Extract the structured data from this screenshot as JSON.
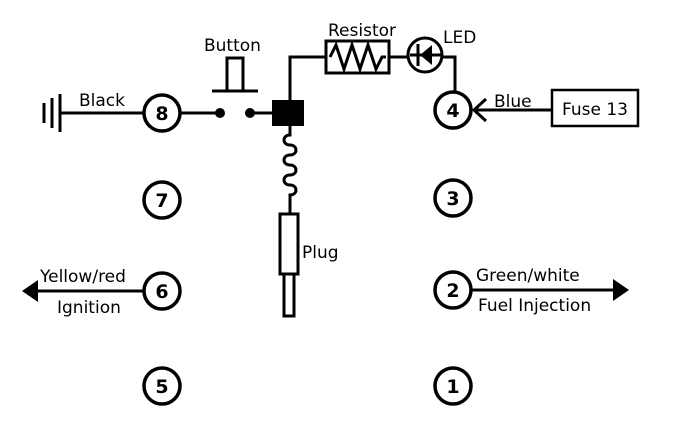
{
  "diagram": {
    "pins": {
      "p1": "1",
      "p2": "2",
      "p3": "3",
      "p4": "4",
      "p5": "5",
      "p6": "6",
      "p7": "7",
      "p8": "8"
    },
    "labels": {
      "button": "Button",
      "resistor": "Resistor",
      "led": "LED",
      "black": "Black",
      "blue": "Blue",
      "fuse": "Fuse 13",
      "plug": "Plug",
      "yellow_red": "Yellow/red",
      "ignition": "Ignition",
      "green_white": "Green/white",
      "fuel_injection": "Fuel Injection"
    },
    "colors": {
      "line": "#000000",
      "background": "#ffffff"
    }
  }
}
